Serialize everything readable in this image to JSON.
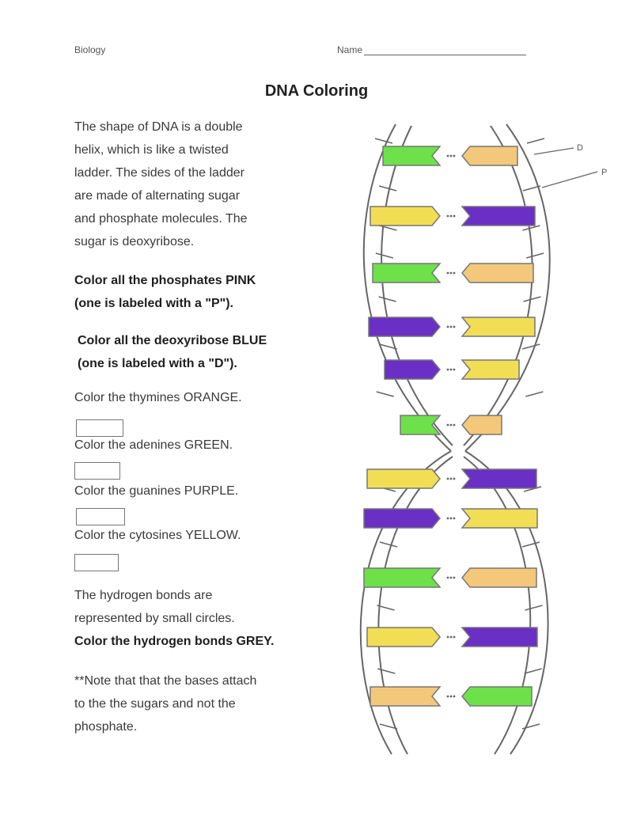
{
  "header": {
    "subject": "Biology",
    "name_label": "Name"
  },
  "title": "DNA Coloring",
  "intro": {
    "line1": "The shape of DNA is a double",
    "line2": "helix, which is like a twisted",
    "line3": "ladder. The sides of the ladder",
    "line4": "are made of alternating sugar",
    "line5": "and phosphate molecules.  The",
    "line6": "sugar is deoxyribose."
  },
  "instructions": {
    "phosphate_line1": "Color all the phosphates PINK",
    "phosphate_line2": "(one is labeled with a \"P\").",
    "sugar_line1": "Color all the deoxyribose BLUE",
    "sugar_line2": "(one is labeled with a \"D\").",
    "thymine": "Color the thymines ORANGE.",
    "adenine": "Color the adenines GREEN.",
    "guanine": "Color the guanines PURPLE.",
    "cytosine": "Color the cytosines YELLOW.",
    "hbond_line1": "The hydrogen bonds are",
    "hbond_line2": "represented by small circles.",
    "hbond_line3": "Color the hydrogen bonds GREY.",
    "note_line1": "**Note that that the bases attach",
    "note_line2": "to the the sugars and not the",
    "note_line3": "phosphate."
  },
  "diagram_labels": {
    "d": "D",
    "p": "P"
  },
  "colors": {
    "adenine": "#6ee04a",
    "thymine": "#f4c87a",
    "guanine": "#6a2fc4",
    "cytosine": "#f2de55",
    "backbone": "#666666"
  },
  "base_pairs": [
    {
      "left": "adenine",
      "right": "thymine"
    },
    {
      "left": "cytosine",
      "right": "guanine"
    },
    {
      "left": "adenine",
      "right": "thymine"
    },
    {
      "left": "guanine",
      "right": "cytosine"
    },
    {
      "left": "guanine",
      "right": "cytosine"
    },
    {
      "left": "adenine",
      "right": "thymine"
    },
    {
      "left": "cytosine",
      "right": "guanine"
    },
    {
      "left": "guanine",
      "right": "cytosine"
    },
    {
      "left": "adenine",
      "right": "thymine"
    },
    {
      "left": "cytosine",
      "right": "guanine"
    },
    {
      "left": "thymine",
      "right": "adenine"
    }
  ]
}
